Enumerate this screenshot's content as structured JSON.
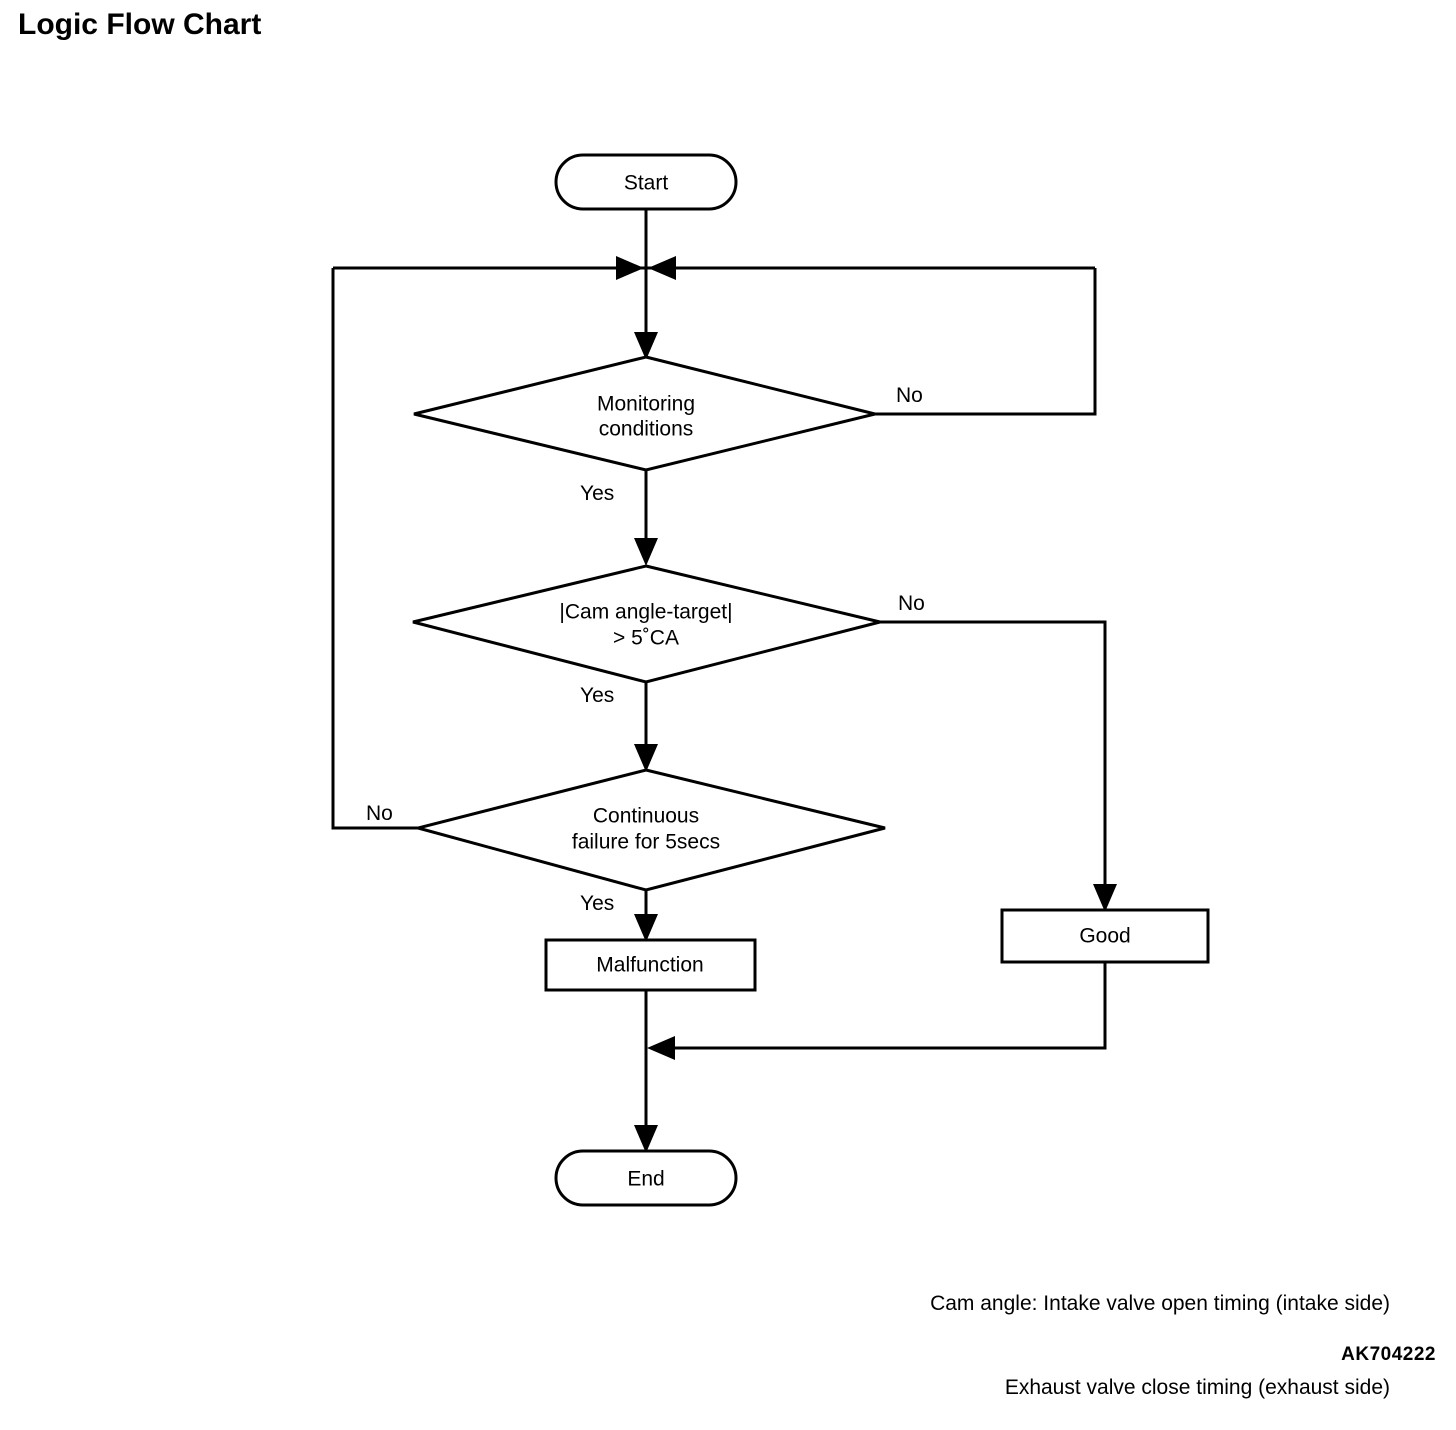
{
  "title": "Logic Flow Chart",
  "chart_data": {
    "type": "diagram",
    "diagram_kind": "flowchart",
    "title": "Logic Flow Chart",
    "orientation": "top-to-bottom",
    "nodes": [
      {
        "id": "start",
        "shape": "stadium",
        "label": "Start"
      },
      {
        "id": "d1",
        "shape": "diamond",
        "label_line1": "Monitoring",
        "label_line2": "conditions"
      },
      {
        "id": "d2",
        "shape": "diamond",
        "label_line1": "|Cam angle-target|",
        "label_line2": "> 5˚CA"
      },
      {
        "id": "d3",
        "shape": "diamond",
        "label_line1": "Continuous",
        "label_line2": "failure for 5secs"
      },
      {
        "id": "malfunction",
        "shape": "rectangle",
        "label": "Malfunction"
      },
      {
        "id": "good",
        "shape": "rectangle",
        "label": "Good"
      },
      {
        "id": "end",
        "shape": "stadium",
        "label": "End"
      }
    ],
    "edges": [
      {
        "from": "start",
        "to": "d1",
        "label": ""
      },
      {
        "from": "d1",
        "to": "junction",
        "label": "No"
      },
      {
        "from": "d1",
        "to": "d2",
        "label": "Yes"
      },
      {
        "from": "d2",
        "to": "good",
        "label": "No"
      },
      {
        "from": "d2",
        "to": "d3",
        "label": "Yes"
      },
      {
        "from": "d3",
        "to": "junction",
        "label": "No"
      },
      {
        "from": "d3",
        "to": "malfunction",
        "label": "Yes"
      },
      {
        "from": "malfunction",
        "to": "end",
        "label": ""
      },
      {
        "from": "good",
        "to": "end",
        "label": ""
      }
    ]
  },
  "labels": {
    "start": "Start",
    "end": "End",
    "malfunction": "Malfunction",
    "good": "Good",
    "d1_line1": "Monitoring",
    "d1_line2": "conditions",
    "d2_line1": "|Cam angle-target|",
    "d2_line2": "> 5˚CA",
    "d3_line1": "Continuous",
    "d3_line2": "failure for 5secs",
    "yes_1": "Yes",
    "yes_2": "Yes",
    "yes_3": "Yes",
    "no_1": "No",
    "no_2": "No",
    "no_3": "No"
  },
  "footer": {
    "line1": "Cam angle: Intake valve open timing (intake side)",
    "line2": "Exhaust valve close timing (exhaust side)",
    "code": "AK704222"
  },
  "colors": {
    "stroke": "#000000",
    "fill": "#ffffff",
    "text": "#000000"
  }
}
